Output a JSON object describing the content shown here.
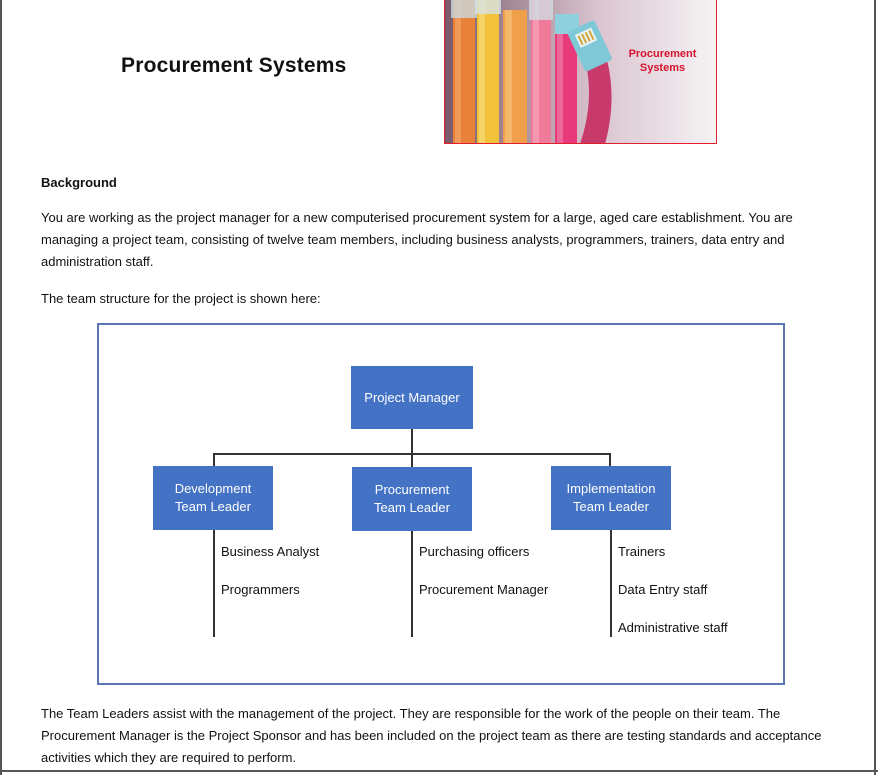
{
  "document": {
    "title": "Procurement Systems",
    "hero_image": {
      "caption_line1": "Procurement",
      "caption_line2": "Systems",
      "cable_colors": [
        "#e8823a",
        "#f2c23a",
        "#f0a04a",
        "#f07a9a",
        "#e83a7a",
        "#c73a6a",
        "#7fc8d8"
      ]
    },
    "background_heading": "Background",
    "paragraph1": "You are working as the project manager for a new computerised procurement system for a large, aged care establishment. You are managing a project team, consisting of twelve team members, including business analysts, programmers, trainers, data entry and administration staff.",
    "paragraph2": "The team structure for the project is shown here:",
    "paragraph3": "The Team Leaders assist with the management of the project. They are responsible for the work of the people on their team. The Procurement Manager is the Project Sponsor and has been included on the project team as there are testing standards and acceptance activities which they are required to perform."
  },
  "org_chart": {
    "root": "Project Manager",
    "teams": [
      {
        "leader_line1": "Development",
        "leader_line2": "Team Leader",
        "members": [
          "Business Analyst",
          "Programmers"
        ]
      },
      {
        "leader_line1": "Procurement",
        "leader_line2": "Team Leader",
        "members": [
          "Purchasing officers",
          "Procurement Manager"
        ]
      },
      {
        "leader_line1": "Implementation",
        "leader_line2": "Team Leader",
        "members": [
          "Trainers",
          "Data Entry staff",
          "Administrative staff"
        ]
      }
    ],
    "colors": {
      "box": "#4472c4",
      "frame": "#5b74b5"
    }
  }
}
